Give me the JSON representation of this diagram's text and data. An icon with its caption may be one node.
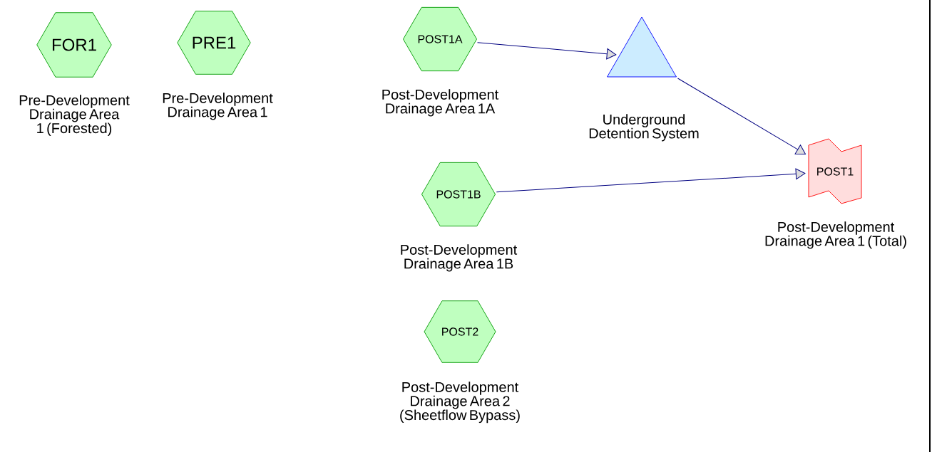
{
  "diagram": {
    "nodes": [
      {
        "text": [
          "FOR1"
        ],
        "beside": [
          "Pre-Development Drainage Area 1 (Forested)"
        ]
      },
      {
        "text": [
          "PRE1"
        ],
        "beside": [
          "Pre-Development Drainage Area 1"
        ]
      },
      {
        "text": [
          "POST1A"
        ],
        "beside": [
          "Post-Development Drainage Area 1A"
        ]
      },
      {
        "text": [],
        "shape": "triangle",
        "beside": [
          "Underground Detention System"
        ]
      },
      {
        "text": [
          "POST1B"
        ],
        "beside": [
          "Post-Development Drainage Area 1B"
        ]
      },
      {
        "text": [
          "POST1"
        ],
        "beside": [
          "Post-Development Drainage Area 1 (Total)"
        ]
      },
      {
        "text": [
          "POST2"
        ],
        "beside": [
          "Post-Development Drainage Area 2 (Sheetflow Bypass)"
        ]
      }
    ],
    "edges": [
      {
        "from": 2,
        "to": 3,
        "arrow": "to"
      },
      {
        "from": 3,
        "to": 5,
        "arrow": "to"
      },
      {
        "from": 4,
        "to": 5,
        "arrow": "to"
      }
    ]
  }
}
